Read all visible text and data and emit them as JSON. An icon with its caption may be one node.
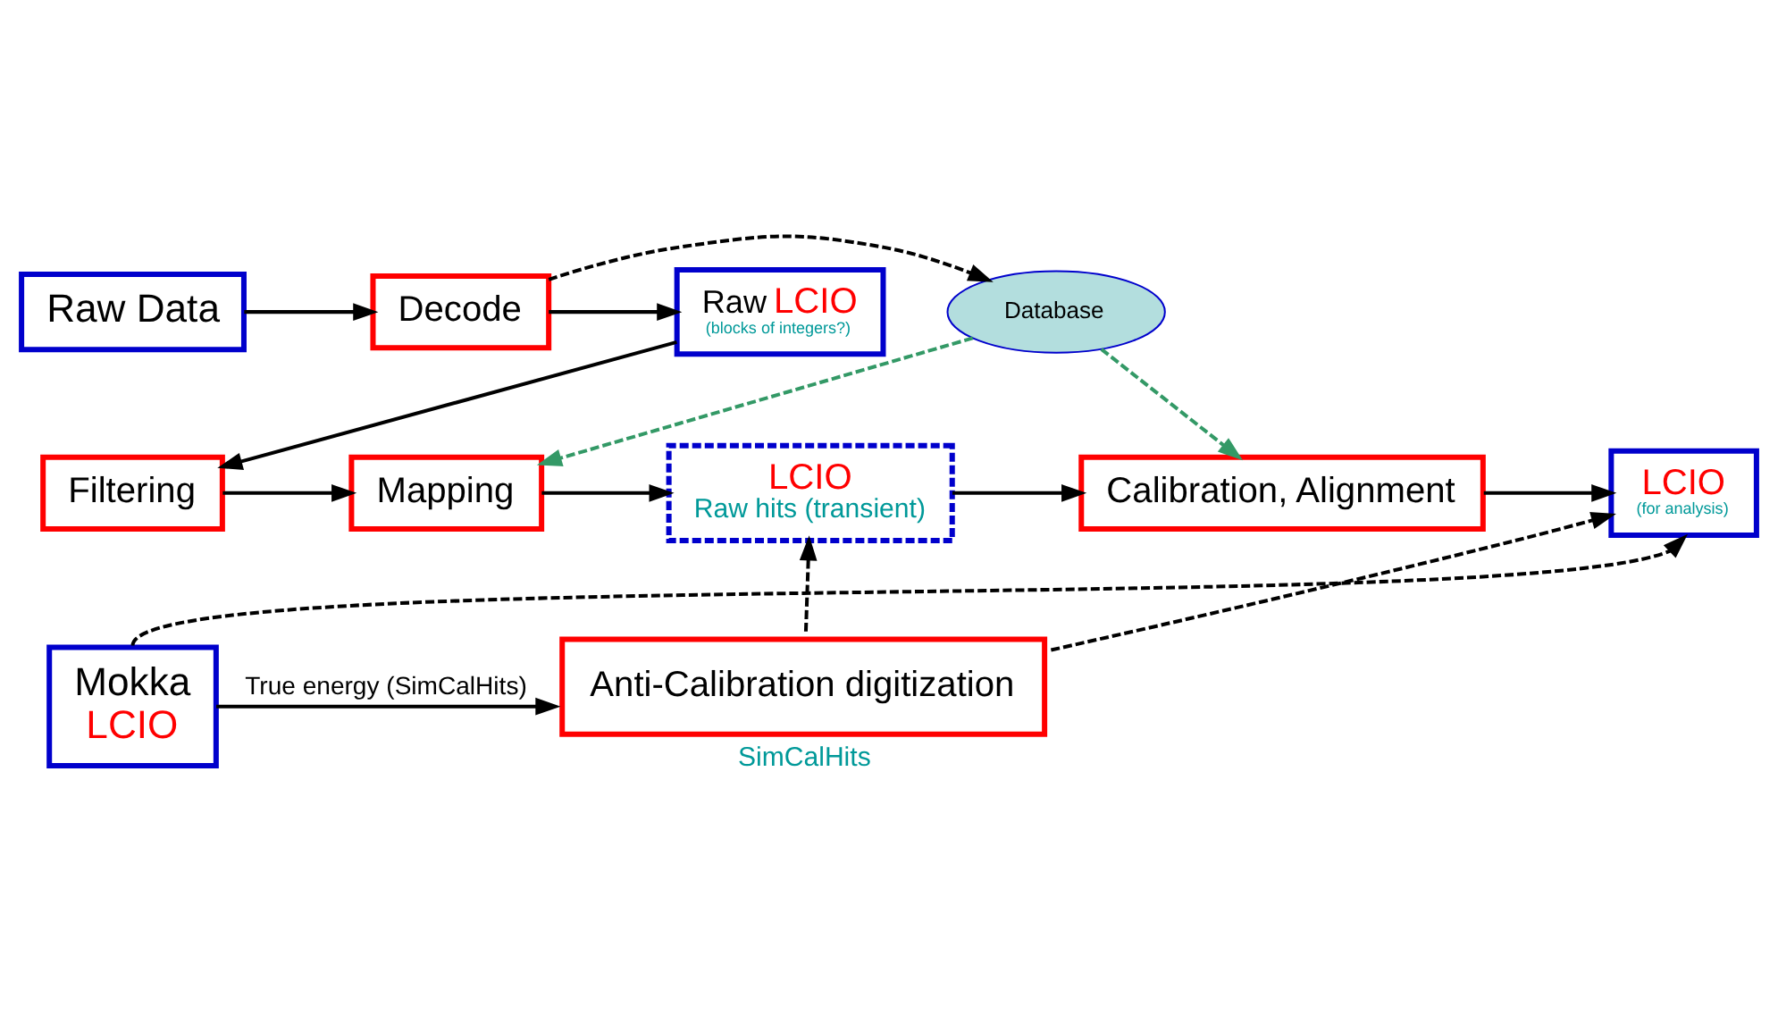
{
  "diagram": {
    "nodes": [
      {
        "text": [
          "Raw Data"
        ]
      },
      {
        "text": [
          "Decode"
        ]
      },
      {
        "text": [
          "Raw",
          "LCIO",
          "(blocks of integers?)"
        ]
      },
      {
        "text": [
          "Database"
        ]
      },
      {
        "text": [
          "Filtering"
        ]
      },
      {
        "text": [
          "Mapping"
        ]
      },
      {
        "text": [
          "LCIO",
          "Raw hits (transient)"
        ]
      },
      {
        "text": [
          "Calibration, Alignment"
        ]
      },
      {
        "text": [
          "LCIO",
          "(for analysis)"
        ]
      },
      {
        "text": [
          "Mokka",
          "LCIO"
        ]
      },
      {
        "text": [
          "Anti-Calibration digitization"
        ],
        "beside": [
          "SimCalHits"
        ]
      }
    ],
    "edges": [
      {
        "from": 0,
        "to": 1,
        "arrow": "to"
      },
      {
        "from": 1,
        "to": 2,
        "arrow": "to"
      },
      {
        "from": 1,
        "to": 3,
        "arrow": "to",
        "style": "dashed"
      },
      {
        "from": 2,
        "to": 4,
        "arrow": "to"
      },
      {
        "from": 3,
        "to": 5,
        "arrow": "to",
        "style": "dashed",
        "color": "#339966"
      },
      {
        "from": 3,
        "to": 7,
        "arrow": "to",
        "style": "dashed",
        "color": "#339966"
      },
      {
        "from": 4,
        "to": 5,
        "arrow": "to"
      },
      {
        "from": 5,
        "to": 6,
        "arrow": "to"
      },
      {
        "from": 6,
        "to": 7,
        "arrow": "to"
      },
      {
        "from": 7,
        "to": 8,
        "arrow": "to"
      },
      {
        "from": 9,
        "to": 10,
        "arrow": "to",
        "label": "True energy (SimCalHits)"
      },
      {
        "from": 10,
        "to": 6,
        "arrow": "to",
        "style": "dashed"
      },
      {
        "from": 10,
        "to": 8,
        "arrow": "to",
        "style": "dashed"
      },
      {
        "from": 9,
        "to": 8,
        "arrow": "to",
        "style": "dashed"
      }
    ]
  }
}
